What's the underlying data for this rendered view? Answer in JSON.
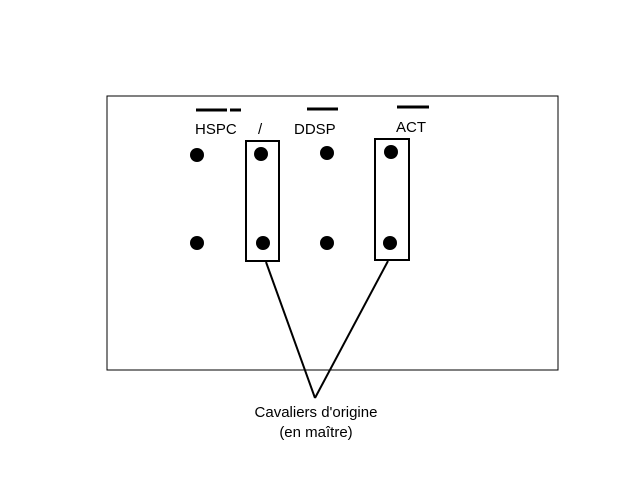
{
  "labels": {
    "hspc": "HSPC",
    "slash": "/",
    "ddsp": "DDSP",
    "act": "ACT"
  },
  "caption": {
    "line1": "Cavaliers d'origine",
    "line2": "(en maître)"
  },
  "colors": {
    "ink": "#000000",
    "background": "#ffffff"
  }
}
